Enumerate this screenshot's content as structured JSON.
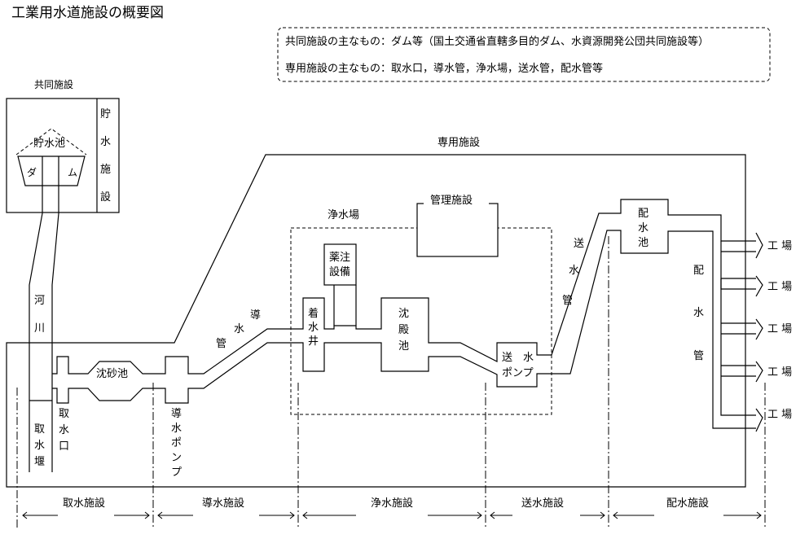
{
  "title": "工業用水道施設の概要図",
  "legend": {
    "line1": "共同施設の主なもの：ダム等（国土交通省直轄多目的ダム、水資源開発公団共同施設等）",
    "line2": "専用施設の主なもの：取水口，導水管，浄水場，送水管，配水管等"
  },
  "kyodo": {
    "heading": "共同施設",
    "vertical": [
      "貯",
      "水",
      "施",
      "設"
    ],
    "reservoir": "貯水池",
    "dam_left": "ダ",
    "dam_right": "ム"
  },
  "senyo": "専用施設",
  "river": [
    "河",
    "川"
  ],
  "intake_weir": [
    "取",
    "水",
    "堰"
  ],
  "intake_mouth": [
    "取",
    "水",
    "口"
  ],
  "sand_basin": "沈砂池",
  "intake_pump": [
    "導",
    "水",
    "ポ",
    "ン",
    "プ"
  ],
  "conduit_pipe": [
    "導",
    "水",
    "管"
  ],
  "purification": {
    "label": "浄水場",
    "receiving_well": [
      "着",
      "水",
      "井"
    ],
    "chemical": [
      "薬注",
      "設備"
    ],
    "sedimentation": [
      "沈",
      "殿",
      "池"
    ],
    "pump_line1": "送　水",
    "pump_line2": "ポンプ"
  },
  "admin": "管理施設",
  "transmission_pipe": [
    "送",
    "水",
    "管"
  ],
  "distribution_pond": [
    "配",
    "水",
    "池"
  ],
  "distribution_pipe": [
    "配",
    "水",
    "管"
  ],
  "factory": "工 場",
  "sections": [
    "取水施設",
    "導水施設",
    "浄水施設",
    "送水施設",
    "配水施設"
  ],
  "colors": {
    "line": "#000000",
    "background": "#ffffff"
  }
}
